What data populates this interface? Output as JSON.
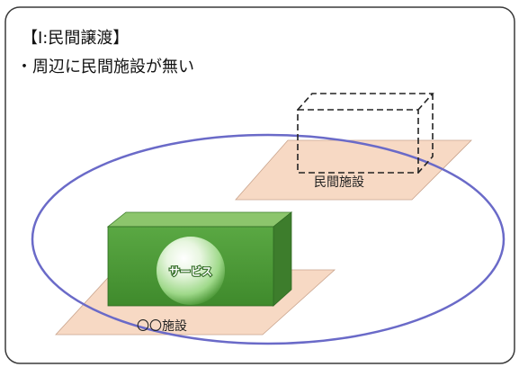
{
  "heading": "【Ⅰ:民間譲渡】",
  "bullet": "・周辺に民間施設が無い",
  "private_facility_label": "民間施設",
  "facility_label": "〇〇施設",
  "service_label": "サービス",
  "colors": {
    "frame_border": "#3a3a3a",
    "service_area_ellipse": "#6a6ac8",
    "site_plane": "#f7d9c4",
    "building_front": "#4f9a3a",
    "building_top": "#8cc56c",
    "building_side": "#3d7d2c",
    "service_sphere": "#7fcf68",
    "dashed_box": "#222222"
  }
}
